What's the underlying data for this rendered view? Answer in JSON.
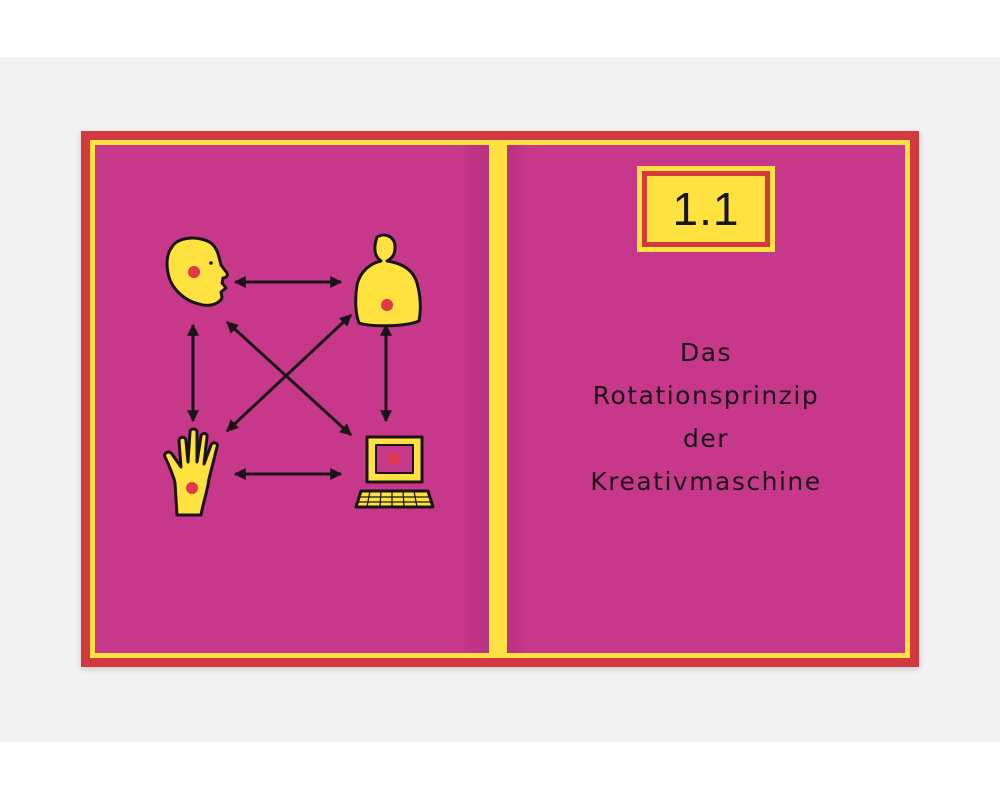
{
  "colors": {
    "frame": "#d33a3f",
    "border": "#ffe23f",
    "page": "#c8388a",
    "ink": "#1a1418",
    "dot": "#e0394a"
  },
  "left_page": {
    "diagram": {
      "icons": [
        "head-icon",
        "torso-icon",
        "hand-icon",
        "computer-icon"
      ]
    }
  },
  "right_page": {
    "chapter_number": "1.1",
    "title_lines": [
      "Das",
      "Rotationsprinzip",
      "der",
      "Kreativmaschine"
    ]
  }
}
